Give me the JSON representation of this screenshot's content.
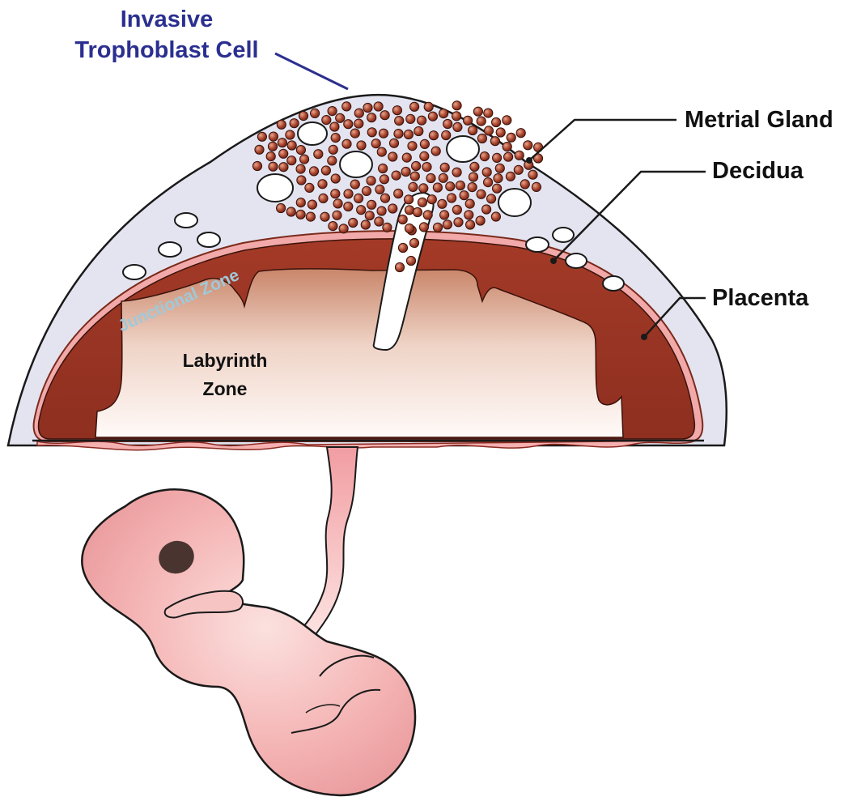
{
  "labels": {
    "invasive_line1": "Invasive",
    "invasive_line2": "Trophoblast Cell",
    "metrial_gland": "Metrial Gland",
    "decidua": "Decidua",
    "placenta": "Placenta",
    "junctional_zone": "Junctional Zone",
    "labyrinth_line1": "Labyrinth",
    "labyrinth_line2": "Zone"
  },
  "colors": {
    "invasive_label": "#2b2f8f",
    "junctional_label": "#9fc9d9",
    "dome_fill": "#e4e4f1",
    "placenta_dark": "#a23a28",
    "placenta_pink": "#f2a9a9",
    "labyrinth_light": "#fbefea",
    "embryo": "#f4b3b3",
    "cell": "#a8442e",
    "outline": "#1a1a1a"
  },
  "icons": {
    "trophoblast_cell": "trophoblast-cell-icon",
    "vacuole": "vacuole-icon",
    "embryo": "embryo-icon"
  }
}
